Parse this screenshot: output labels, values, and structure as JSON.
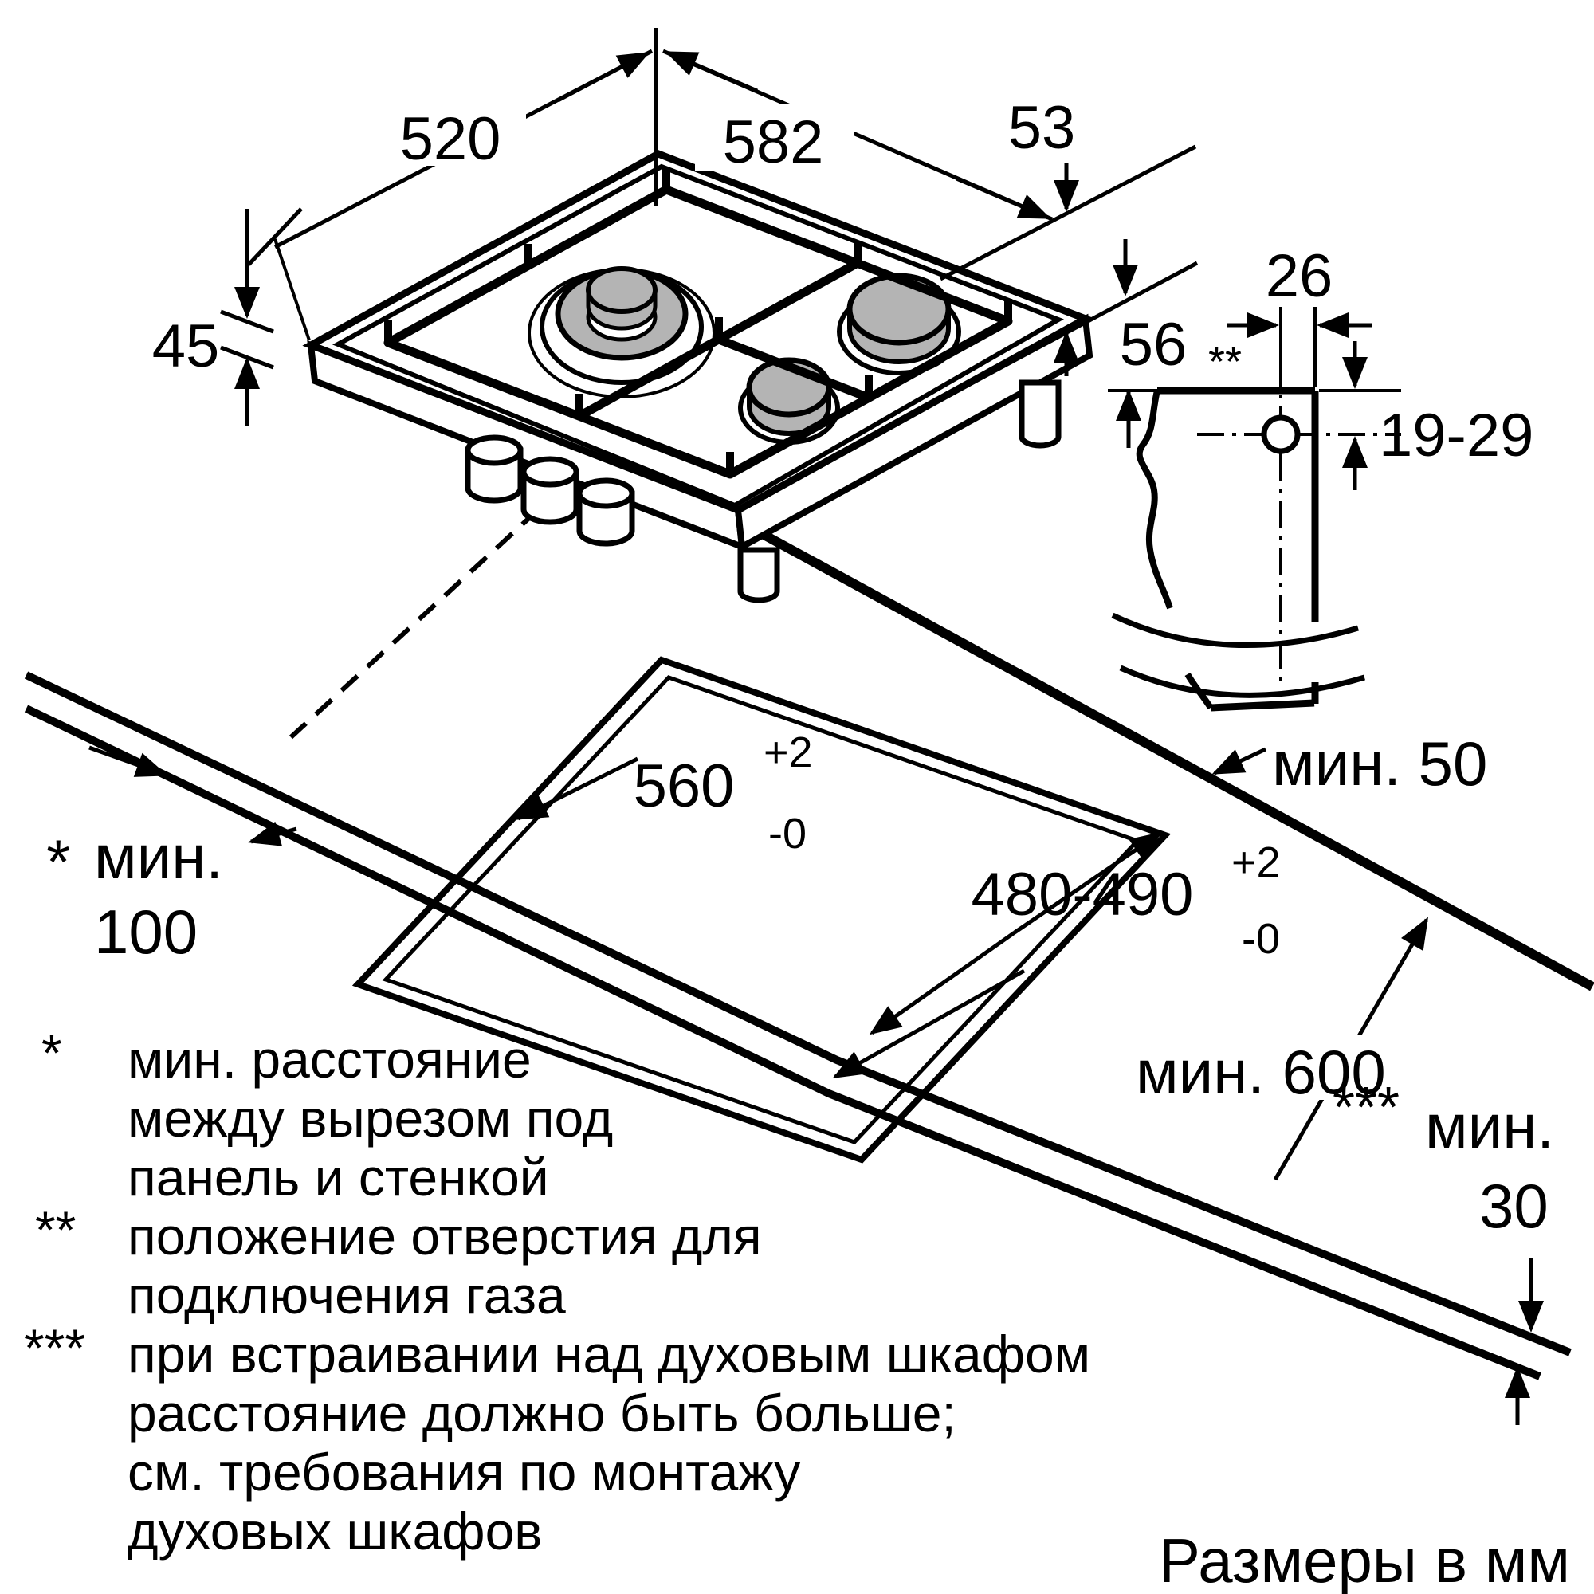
{
  "diagram": {
    "dimensions": {
      "depth_top": "520",
      "width_top": "582",
      "edge_right": "53",
      "height_left": "45",
      "hole_offset_top": "26",
      "hob_to_panel": "56",
      "hob_to_panel_note": "**",
      "hole_depth": "19-29",
      "min_rear": "мин. 50",
      "cutout_width": "560",
      "cutout_width_tol_plus": "+2",
      "cutout_width_tol_minus": "-0",
      "cutout_depth": "480-490",
      "cutout_depth_tol_plus": "+2",
      "cutout_depth_tol_minus": "-0",
      "min_depth": "мин. 600",
      "min_left_star": "*",
      "min_left_label": "мин.",
      "min_left_value": "100",
      "min_bottom_stars": "***",
      "min_bottom_label": "мин.",
      "min_bottom_value": "30"
    },
    "footnotes": [
      {
        "marker": "*",
        "lines": [
          "мин. расстояние",
          "между вырезом под",
          "панель и стенкой"
        ]
      },
      {
        "marker": "**",
        "lines": [
          "положение отверстия для",
          "подключения газа"
        ]
      },
      {
        "marker": "***",
        "lines": [
          "при встраивании над духовым шкафом",
          "расстояние должно быть больше;",
          "см. требования по монтажу",
          "духовых шкафов"
        ]
      }
    ],
    "units_note": "Размеры в мм"
  }
}
